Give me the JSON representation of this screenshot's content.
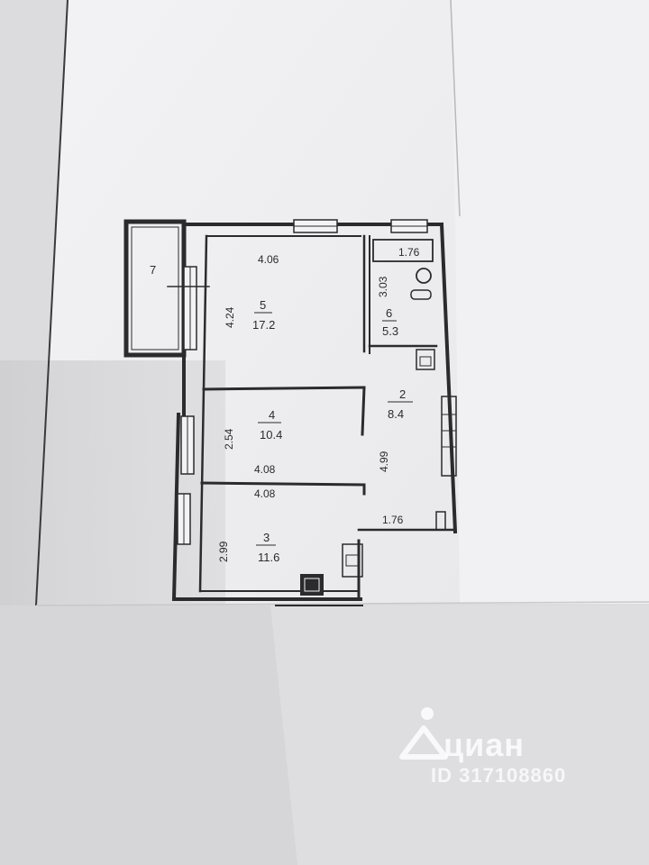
{
  "rooms": [
    {
      "id": "room-7",
      "number": "7",
      "area": ""
    },
    {
      "id": "room-5",
      "number": "5",
      "area": "17.2"
    },
    {
      "id": "room-6",
      "number": "6",
      "area": "5.3"
    },
    {
      "id": "room-2",
      "number": "2",
      "area": "8.4"
    },
    {
      "id": "room-4",
      "number": "4",
      "area": "10.4"
    },
    {
      "id": "room-3",
      "number": "3",
      "area": "11.6"
    }
  ],
  "dimensions": {
    "d1": "4.06",
    "d2": "4.24",
    "d3": "3.03",
    "d4": "1.76",
    "d5": "2.54",
    "d6": "4.08",
    "d7": "4.99",
    "d8": "4.08",
    "d9": "1.76",
    "d10": "2.99"
  },
  "watermark": {
    "brand": "циан",
    "listing_id": "ID 317108860"
  },
  "colors": {
    "paper": "#f4f4f6",
    "shadow": "#d4d4d6",
    "ink": "#2b2b2e"
  }
}
